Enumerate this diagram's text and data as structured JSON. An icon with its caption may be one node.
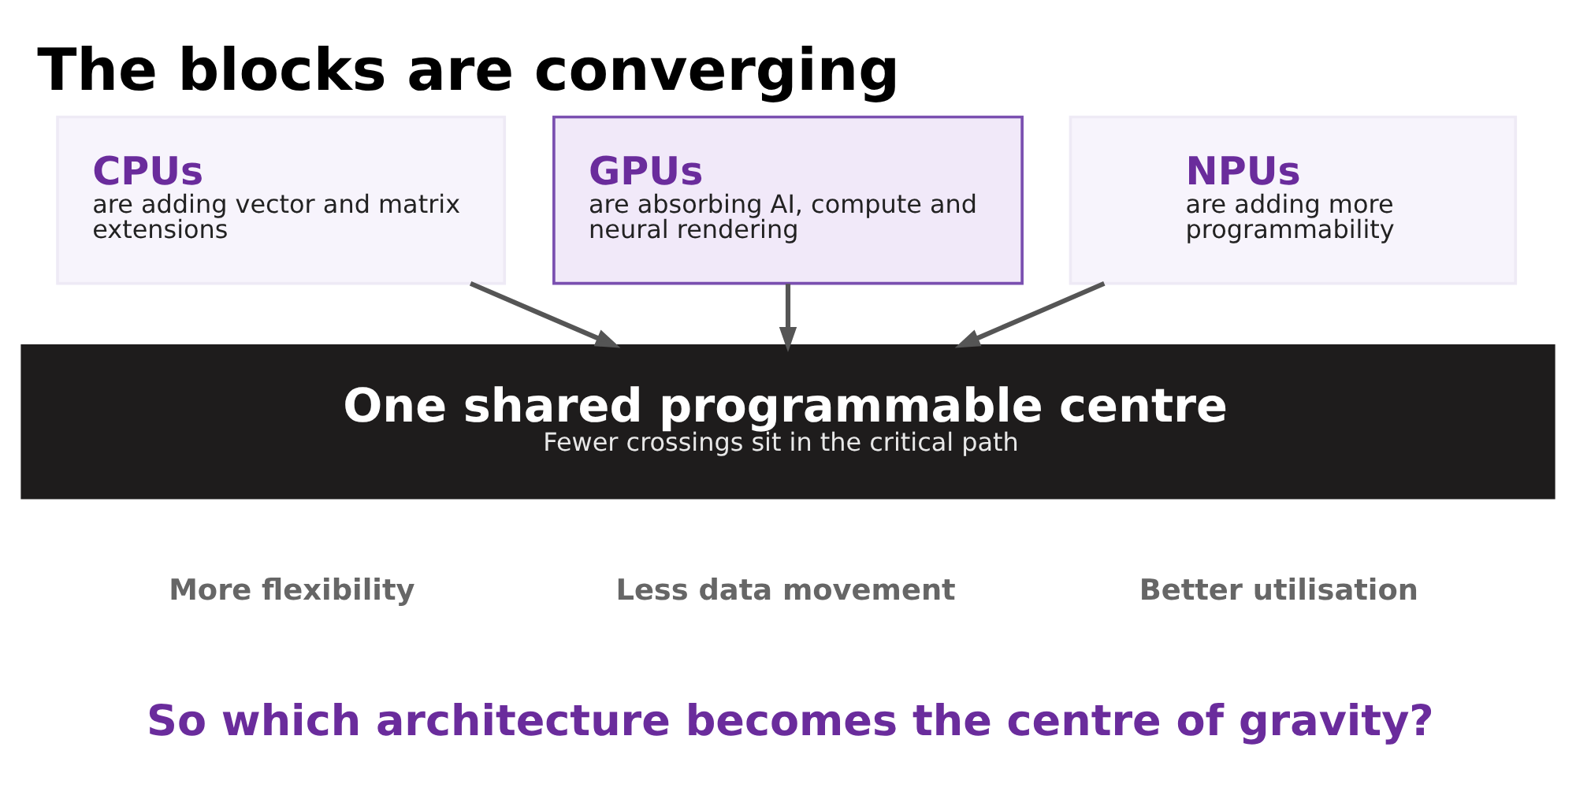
{
  "diagram": {
    "title": "The blocks are converging",
    "caption": "So which architecture becomes the centre of gravity?",
    "nodes": [
      {
        "text": [
          "CPUs",
          "are adding vector and matrix extensions"
        ]
      },
      {
        "text": [
          "GPUs",
          "are absorbing AI, compute and neural rendering"
        ]
      },
      {
        "text": [
          "NPUs",
          "are adding more programmability"
        ]
      },
      {
        "text": [
          "One shared programmable centre",
          "Fewer crossings sit in the critical path"
        ]
      }
    ],
    "edges": [
      {
        "from": 0,
        "to": 3,
        "arrow": "to"
      },
      {
        "from": 1,
        "to": 3,
        "arrow": "to"
      },
      {
        "from": 2,
        "to": 3,
        "arrow": "to"
      }
    ],
    "labels": [
      "More flexibility",
      "Less data movement",
      "Better utilisation"
    ]
  }
}
